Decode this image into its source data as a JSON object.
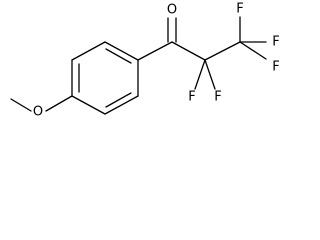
{
  "molecule": {
    "atoms": {
      "oxygen_carbonyl": "O",
      "oxygen_methoxy": "O",
      "fluorine_1": "F",
      "fluorine_2": "F",
      "fluorine_3": "F",
      "fluorine_4": "F",
      "fluorine_5": "F"
    }
  }
}
